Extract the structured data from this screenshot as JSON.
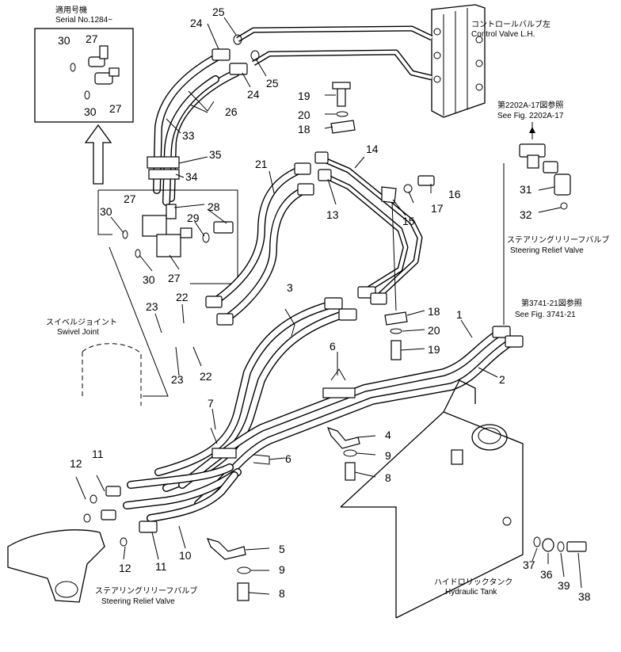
{
  "inset": {
    "serial_label": "適用号機",
    "serial_range": "Serial No.1284~"
  },
  "refs": {
    "control_valve_jp": "コントロールバルブ左",
    "control_valve_en": "Control Valve L.H.",
    "fig_2202_jp": "第2202A-17図参照",
    "fig_2202_en": "See Fig. 2202A-17",
    "steering_relief_jp": "ステアリングリリーフバルブ",
    "steering_relief_en": "Steering Relief Valve",
    "fig_3741_jp": "第3741-21図参照",
    "fig_3741_en": "See Fig. 3741-21",
    "swivel_jp": "スイベルジョイント",
    "swivel_en": "Swivel Joint",
    "steering_relief2_jp": "ステアリングリリーフバルブ",
    "steering_relief2_en": "Steering Relief Valve",
    "hydraulic_tank_jp": "ハイドロリックタンク",
    "hydraulic_tank_en": "Hydraulic Tank"
  },
  "callouts": [
    {
      "id": "c1",
      "text": "1"
    },
    {
      "id": "c2",
      "text": "2"
    },
    {
      "id": "c3",
      "text": "3"
    },
    {
      "id": "c4",
      "text": "4"
    },
    {
      "id": "c5",
      "text": "5"
    },
    {
      "id": "c6a",
      "text": "6"
    },
    {
      "id": "c6b",
      "text": "6"
    },
    {
      "id": "c7",
      "text": "7"
    },
    {
      "id": "c8a",
      "text": "8"
    },
    {
      "id": "c8b",
      "text": "8"
    },
    {
      "id": "c9a",
      "text": "9"
    },
    {
      "id": "c9b",
      "text": "9"
    },
    {
      "id": "c10",
      "text": "10"
    },
    {
      "id": "c11a",
      "text": "11"
    },
    {
      "id": "c11b",
      "text": "11"
    },
    {
      "id": "c12a",
      "text": "12"
    },
    {
      "id": "c12b",
      "text": "12"
    },
    {
      "id": "c13",
      "text": "13"
    },
    {
      "id": "c14",
      "text": "14"
    },
    {
      "id": "c15",
      "text": "15"
    },
    {
      "id": "c16",
      "text": "16"
    },
    {
      "id": "c17",
      "text": "17"
    },
    {
      "id": "c18a",
      "text": "18"
    },
    {
      "id": "c18b",
      "text": "18"
    },
    {
      "id": "c19a",
      "text": "19"
    },
    {
      "id": "c19b",
      "text": "19"
    },
    {
      "id": "c20a",
      "text": "20"
    },
    {
      "id": "c20b",
      "text": "20"
    },
    {
      "id": "c21",
      "text": "21"
    },
    {
      "id": "c22a",
      "text": "22"
    },
    {
      "id": "c22b",
      "text": "22"
    },
    {
      "id": "c23a",
      "text": "23"
    },
    {
      "id": "c23b",
      "text": "23"
    },
    {
      "id": "c24a",
      "text": "24"
    },
    {
      "id": "c24b",
      "text": "24"
    },
    {
      "id": "c25a",
      "text": "25"
    },
    {
      "id": "c25b",
      "text": "25"
    },
    {
      "id": "c26",
      "text": "26"
    },
    {
      "id": "c27a",
      "text": "27"
    },
    {
      "id": "c27b",
      "text": "27"
    },
    {
      "id": "c27c",
      "text": "27"
    },
    {
      "id": "c27d",
      "text": "27"
    },
    {
      "id": "c28",
      "text": "28"
    },
    {
      "id": "c29",
      "text": "29"
    },
    {
      "id": "c30a",
      "text": "30"
    },
    {
      "id": "c30b",
      "text": "30"
    },
    {
      "id": "c30c",
      "text": "30"
    },
    {
      "id": "c30d",
      "text": "30"
    },
    {
      "id": "c31",
      "text": "31"
    },
    {
      "id": "c32",
      "text": "32"
    },
    {
      "id": "c33",
      "text": "33"
    },
    {
      "id": "c34",
      "text": "34"
    },
    {
      "id": "c35",
      "text": "35"
    },
    {
      "id": "c36",
      "text": "36"
    },
    {
      "id": "c37",
      "text": "37"
    },
    {
      "id": "c38",
      "text": "38"
    },
    {
      "id": "c39",
      "text": "39"
    }
  ]
}
